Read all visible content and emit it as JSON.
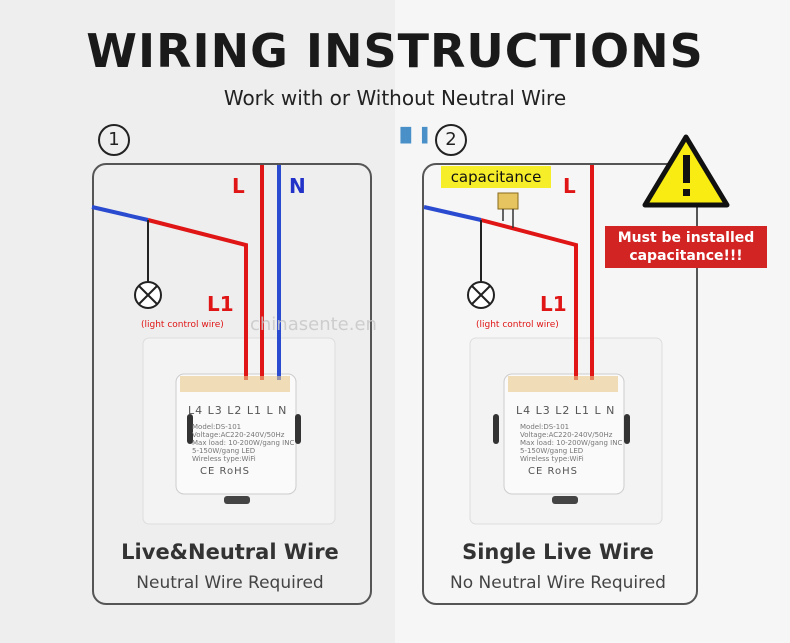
{
  "title": "WIRING  INSTRUCTIONS",
  "subtitle": "Work with or Without Neutral Wire",
  "watermark": "chinasente.en",
  "left": {
    "number": "1",
    "label_L": "L",
    "label_N": "N",
    "label_L1": "L1",
    "light_note": "(light control wire)",
    "terminals": "L4 L3 L2 L1  L  N",
    "module_lines": [
      "Model:DS-101",
      "Voltage:AC220-240V/50Hz",
      "Max load: 10-200W/gang  INC",
      "5-150W/gang  LED",
      "Wireless type:WiFi"
    ],
    "cert": "CE RoHS",
    "caption_title": "Live&Neutral Wire",
    "caption_sub": "Neutral Wire Required"
  },
  "right": {
    "number": "2",
    "capacitance_label": "capacitance",
    "label_L": "L",
    "label_L1": "L1",
    "light_note": "(light control wire)",
    "terminals": "L4 L3 L2 L1  L  N",
    "module_lines": [
      "Model:DS-101",
      "Voltage:AC220-240V/50Hz",
      "Max load: 10-200W/gang  INC",
      "5-150W/gang  LED",
      "Wireless type:WiFi"
    ],
    "cert": "CE RoHS",
    "warning_line1": "Must be installed",
    "warning_line2": "capacitance!!!",
    "caption_title": "Single Live Wire",
    "caption_sub": "No Neutral Wire Required"
  },
  "colors": {
    "red_wire": "#e01616",
    "blue_wire": "#2a4bd0",
    "warning_yellow": "#f9ec12",
    "warning_red": "#d32424"
  }
}
